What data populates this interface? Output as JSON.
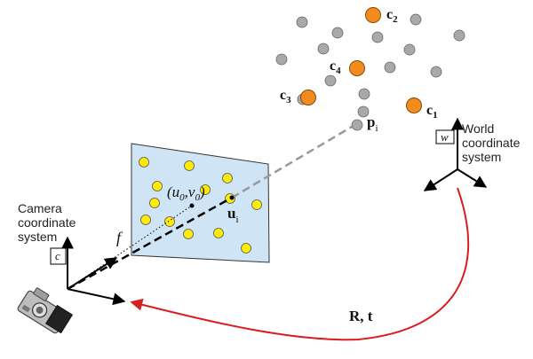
{
  "colors": {
    "background": "#ffffff",
    "image_plane_fill": "#cfe4f5",
    "image_plane_stroke": "#333333",
    "gray_point": "#a9a9a9",
    "orange_point": "#f28c1e",
    "yellow_point": "#ffec00",
    "transform_arrow": "#d81e1e",
    "axis": "#000000"
  },
  "labels": {
    "camera_frame_title": [
      "Camera",
      "coordinate",
      "system"
    ],
    "world_frame_title": [
      "World",
      "coordinate",
      "system"
    ],
    "camera_frame_symbol": "c",
    "world_frame_symbol": "w",
    "focal_length": "f",
    "principal_point": "(u",
    "principal_point_sub0": "0",
    "principal_point_mid": ",v",
    "principal_point_sub1": "0",
    "principal_point_end": ")",
    "image_point": "u",
    "image_point_sub": "i",
    "world_point": "p",
    "world_point_sub": "i",
    "transform": "R, t",
    "control_points": [
      {
        "name": "c",
        "sub": "1"
      },
      {
        "name": "c",
        "sub": "2"
      },
      {
        "name": "c",
        "sub": "3"
      },
      {
        "name": "c",
        "sub": "4"
      }
    ]
  },
  "icons": {
    "camera": "camera-icon"
  },
  "counts": {
    "world_gray_points": 14,
    "control_points": 4,
    "image_points": 13
  }
}
